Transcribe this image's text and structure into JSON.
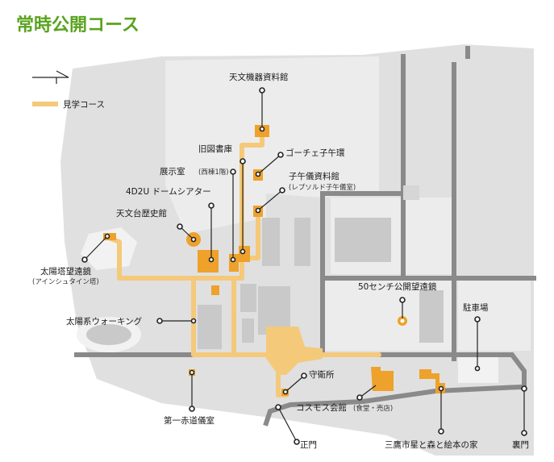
{
  "title": "常時公開コース",
  "legend": {
    "route_label": "見学コース"
  },
  "colors": {
    "title": "#5aa31e",
    "route": "#f5c97a",
    "facility": "#eea12b",
    "ground": "#e0e0e0",
    "road": "#8a8a8a",
    "building": "#c9c9c9"
  },
  "labels": {
    "museum_instruments": "天文機器資料館",
    "old_library": "旧図書庫",
    "gautier": "ゴーチェ子午環",
    "exhibition": "展示室",
    "exhibition_sub": "(西棟1階)",
    "meridian_museum": "子午儀資料館",
    "meridian_museum_sub": "(レプソルド子午儀室)",
    "dome_4d2u": "4D2U ドームシアター",
    "history_museum": "天文台歴史館",
    "solar_tower": "太陽塔望遠鏡",
    "solar_tower_sub": "(アインシュタイン塔)",
    "telescope_50cm": "50センチ公開望遠鏡",
    "parking": "駐車場",
    "solar_walk": "太陽系ウォーキング",
    "guard": "守衛所",
    "cosmos_hall": "コスモス会館",
    "cosmos_hall_sub": "(食堂・売店)",
    "first_equatorial": "第一赤道儀室",
    "main_gate": "正門",
    "mitaka_house": "三鷹市星と森と絵本の家",
    "back_gate": "裏門"
  }
}
